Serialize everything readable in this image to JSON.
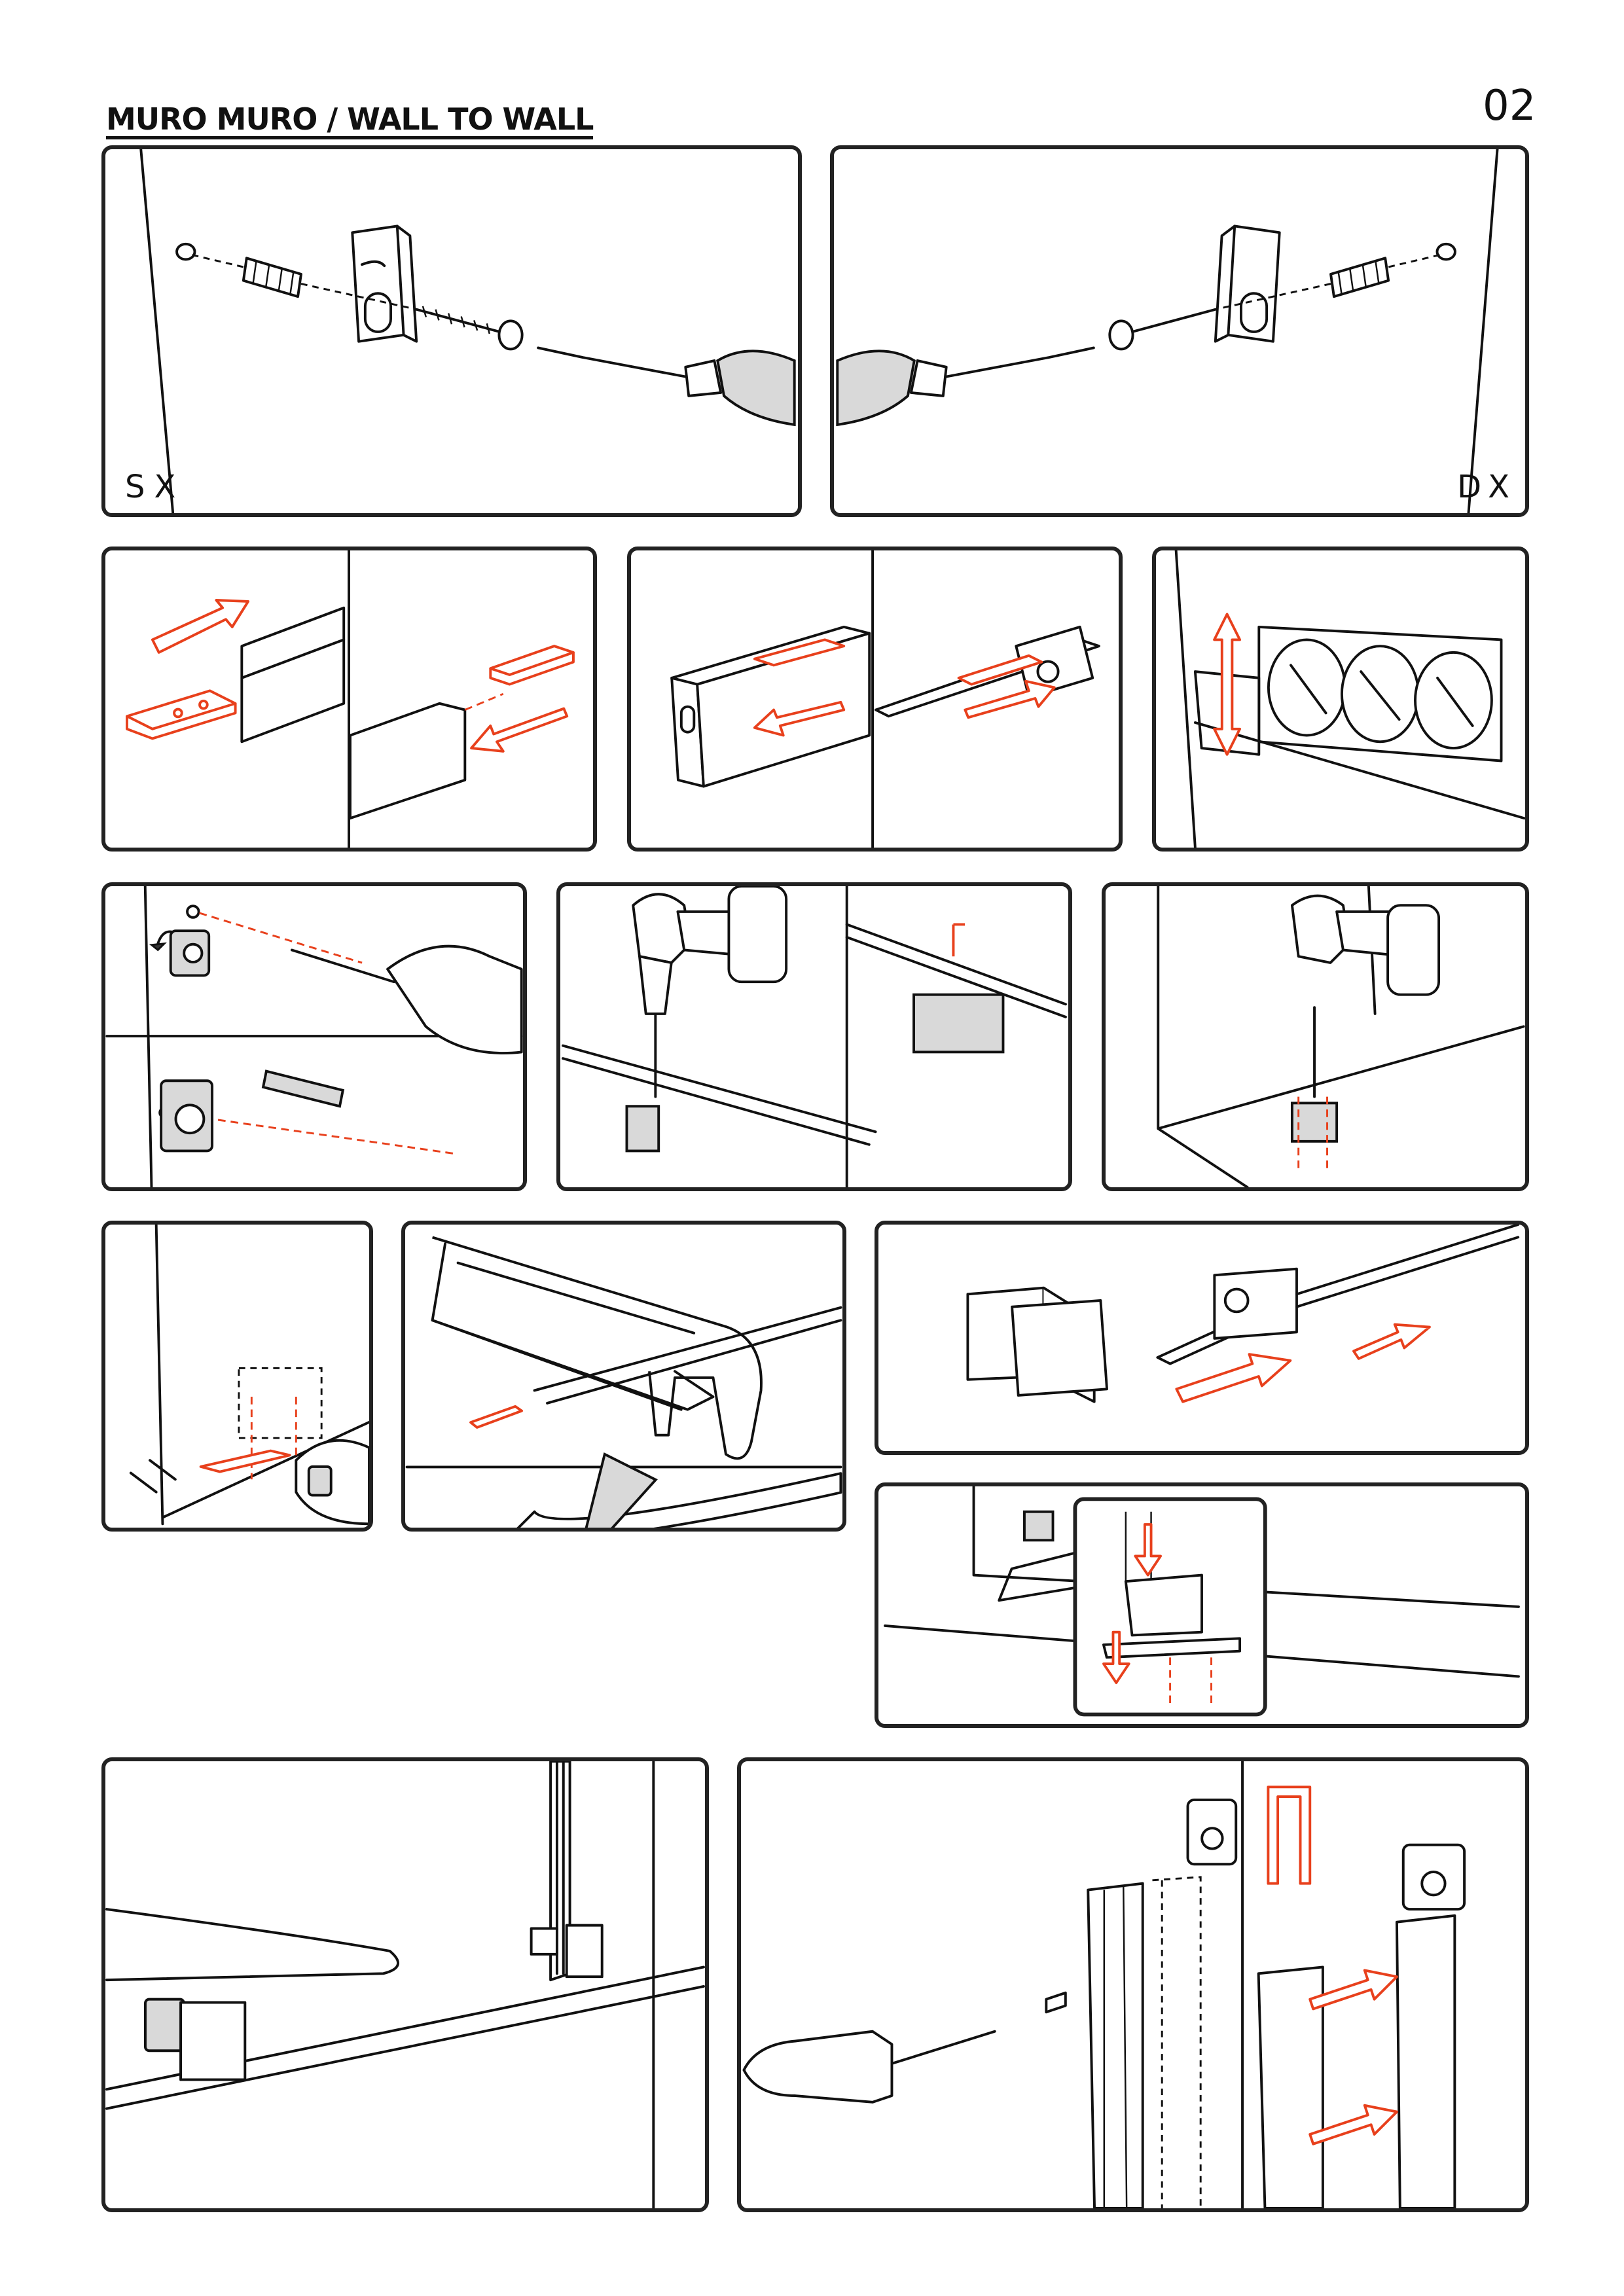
{
  "header": {
    "title": "MURO MURO / WALL TO WALL",
    "page_number": "02"
  },
  "panels": {
    "step1_left": {
      "label": "SX"
    },
    "step1_right": {
      "label": "DX"
    }
  },
  "colors": {
    "line": "#111111",
    "accent_red": "#e8401c",
    "frame": "#222222"
  }
}
